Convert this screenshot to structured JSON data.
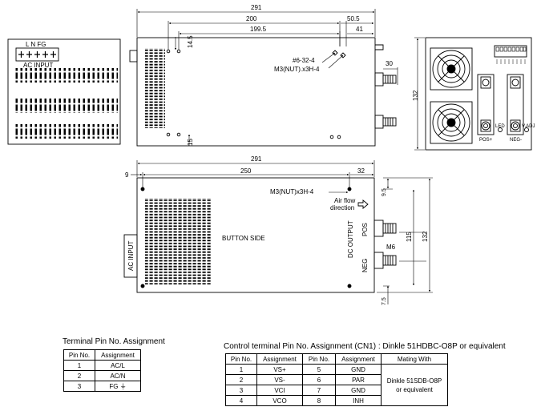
{
  "top_view": {
    "dim_291": "291",
    "dim_200": "200",
    "dim_50_5": "50.5",
    "dim_199_5": "199.5",
    "dim_41": "41",
    "dim_14_5": "14.5",
    "dim_30": "30",
    "dim_15": "15",
    "screw_label_1": "#6-32-4",
    "screw_label_2": "M3(NUT).x3H-4"
  },
  "left_view": {
    "terminal_marks": "L N FG",
    "ac_input_label": "AC INPUT"
  },
  "right_view": {
    "dim_132": "132",
    "led_label": "LED",
    "vadj_label": "V.ADJ",
    "pos_label": "POS+",
    "neg_label": "NEG-"
  },
  "bottom_view": {
    "dim_291": "291",
    "dim_9": "9",
    "dim_250": "250",
    "dim_32": "32",
    "dim_9_5": "9.5",
    "dim_115": "115",
    "dim_132": "132",
    "dim_7_5": "7.5",
    "nut_label": "M3(NUT)x3H-4",
    "airflow_label_1": "Air flow",
    "airflow_label_2": "direction",
    "side_label": "BUTTON SIDE",
    "ac_input_label": "AC INPUT",
    "dc_output_label": "DC OUTPUT",
    "pos_label": "POS",
    "neg_label": "NEG",
    "m6_label": "M6"
  },
  "terminal_table": {
    "title": "Terminal Pin No.  Assignment",
    "headers": [
      "Pin No.",
      "Assignment"
    ],
    "rows": [
      [
        "1",
        "AC/L"
      ],
      [
        "2",
        "AC/N"
      ],
      [
        "3",
        "FG ⏚"
      ]
    ]
  },
  "control_table": {
    "title": "Control terminal Pin No. Assignment (CN1) : Dinkle 51HDBC-O8P or equivalent",
    "headers": [
      "Pin No.",
      "Assignment",
      "Pin No.",
      "Assignment",
      "Mating With"
    ],
    "rows": [
      [
        "1",
        "VS+",
        "5",
        "GND"
      ],
      [
        "2",
        "VS-",
        "6",
        "PAR"
      ],
      [
        "3",
        "VCI",
        "7",
        "GND"
      ],
      [
        "4",
        "VCO",
        "8",
        "INH"
      ]
    ],
    "mating_with": "Dinkle 51SDB-O8P or equivalent"
  }
}
